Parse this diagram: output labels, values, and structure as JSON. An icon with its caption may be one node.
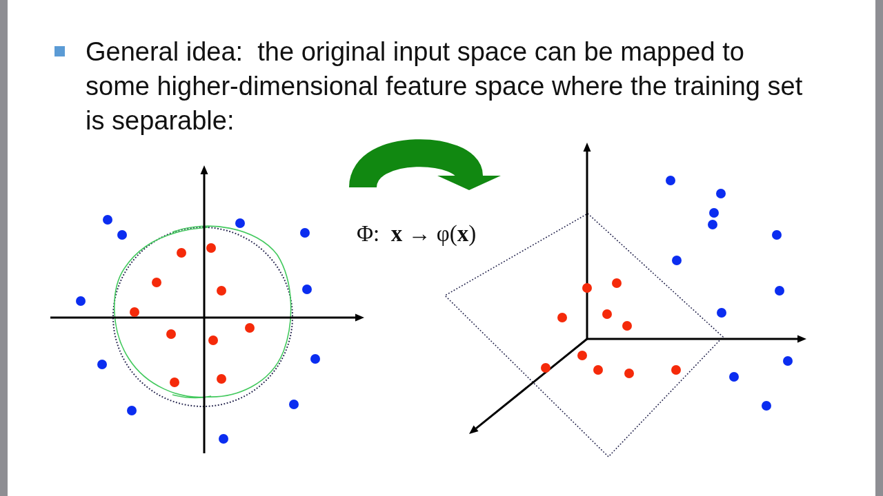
{
  "diagram": {
    "nodes": [
      {
        "text": [],
        "shape": "picture"
      },
      {
        "text": [],
        "shape": "picture"
      }
    ],
    "edges": [
      {
        "from": 0,
        "to": 1,
        "arrow": "to",
        "label": "Φ:  **x** → φ(**x**)",
        "color": "#118811"
      }
    ],
    "labels": [
      "General idea:  the original input space can be mapped to some higher-dimensional feature space where the training set is separable:"
    ]
  }
}
